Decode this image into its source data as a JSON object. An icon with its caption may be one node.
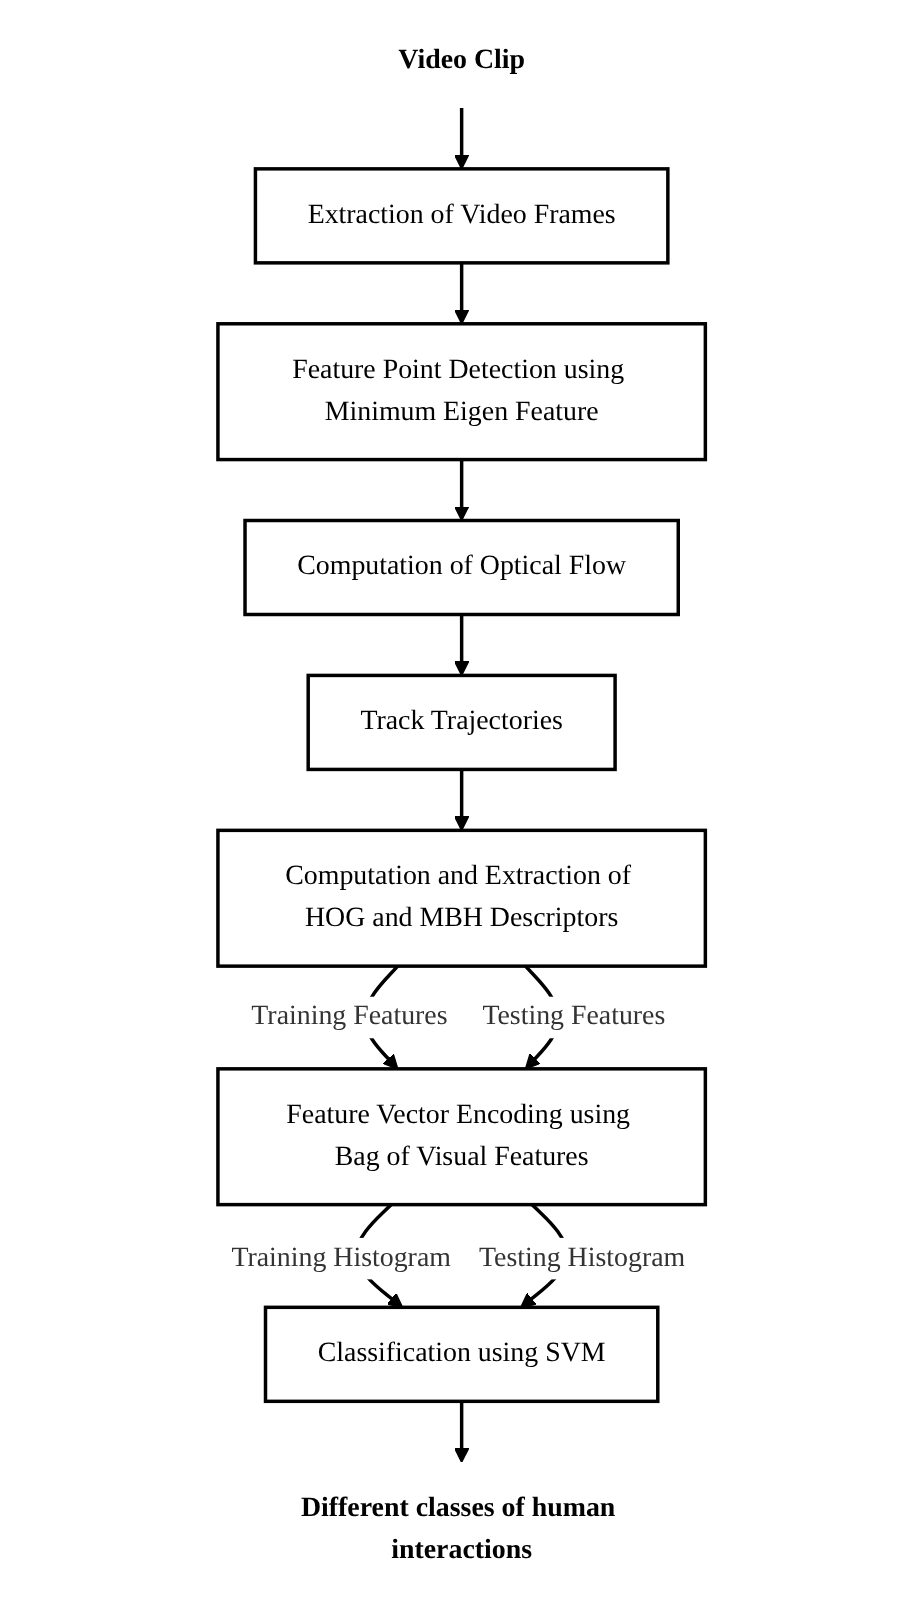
{
  "diagram": {
    "nodes": [
      {
        "text": [
          "Video Clip"
        ]
      },
      {
        "text": [
          "Extraction of Video Frames"
        ]
      },
      {
        "text": [
          "Feature Point Detection using Minimum Eigen Feature"
        ]
      },
      {
        "text": [
          "Computation of Optical Flow"
        ]
      },
      {
        "text": [
          "Track Trajectories"
        ]
      },
      {
        "text": [
          "Computation and Extraction of HOG and MBH Descriptors"
        ]
      },
      {
        "text": [
          "Feature Vector Encoding using Bag of Visual Features"
        ]
      },
      {
        "text": [
          "Classification using SVM"
        ]
      },
      {
        "text": [
          "Different classes of human interactions"
        ]
      }
    ],
    "edges": [
      {
        "from": 0,
        "to": 1,
        "arrow": "to"
      },
      {
        "from": 1,
        "to": 2,
        "arrow": "to"
      },
      {
        "from": 2,
        "to": 3,
        "arrow": "to"
      },
      {
        "from": 3,
        "to": 4,
        "arrow": "to"
      },
      {
        "from": 4,
        "to": 5,
        "arrow": "to"
      },
      {
        "from": 5,
        "to": 6,
        "arrow": "to",
        "label": "Training Features"
      },
      {
        "from": 5,
        "to": 6,
        "arrow": "to",
        "label": "Testing Features"
      },
      {
        "from": 6,
        "to": 7,
        "arrow": "to",
        "label": "Training Histogram"
      },
      {
        "from": 6,
        "to": 7,
        "arrow": "to",
        "label": "Testing Histogram"
      },
      {
        "from": 7,
        "to": 8,
        "arrow": "to"
      }
    ]
  }
}
